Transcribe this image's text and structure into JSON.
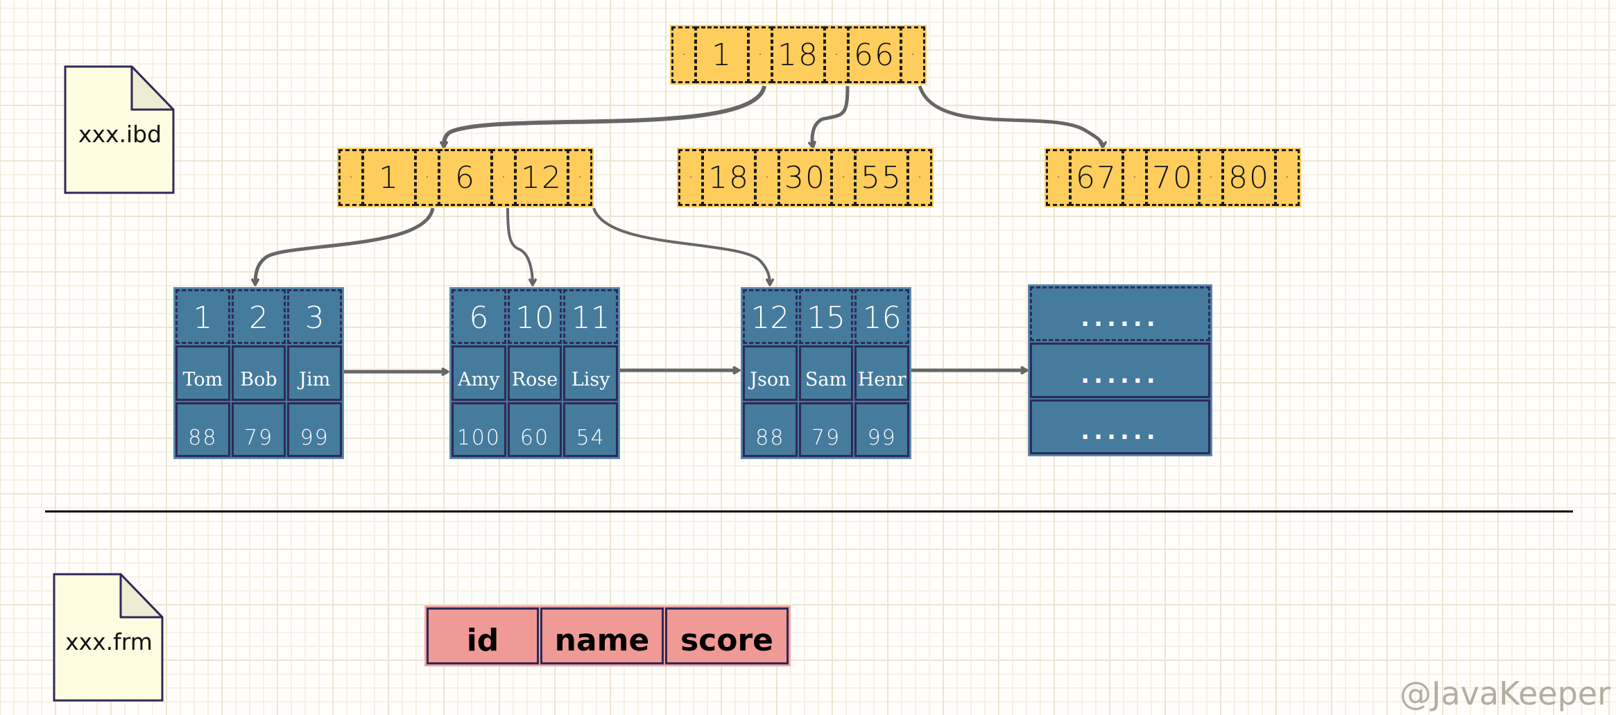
{
  "files": {
    "ibd": {
      "label": "xxx.ibd"
    },
    "frm": {
      "label": "xxx.frm"
    }
  },
  "tree": {
    "root": {
      "keys": [
        "1",
        "18",
        "66"
      ]
    },
    "level2": [
      {
        "keys": [
          "1",
          "6",
          "12"
        ]
      },
      {
        "keys": [
          "18",
          "30",
          "55"
        ]
      },
      {
        "keys": [
          "67",
          "70",
          "80"
        ]
      }
    ],
    "leaves": [
      {
        "ids": [
          "1",
          "2",
          "3"
        ],
        "names": [
          "Tom",
          "Bob",
          "Jim"
        ],
        "scores": [
          "88",
          "79",
          "99"
        ]
      },
      {
        "ids": [
          "6",
          "10",
          "11"
        ],
        "names": [
          "Amy",
          "Rose",
          "Lisy"
        ],
        "scores": [
          "100",
          "60",
          "54"
        ]
      },
      {
        "ids": [
          "12",
          "15",
          "16"
        ],
        "names": [
          "Json",
          "Sam",
          "Henr"
        ],
        "scores": [
          "88",
          "79",
          "99"
        ]
      }
    ],
    "more_leaf": {
      "rows": [
        "......",
        "......",
        "......"
      ]
    },
    "pointer_symbol": "·"
  },
  "table_def": {
    "columns": [
      "id",
      "name",
      "score"
    ]
  },
  "colors": {
    "index_node": "#fecd5c",
    "leaf_node": "#457b9d",
    "table_def": "#f09a95",
    "file": "#fdfbe0",
    "border": "#2e2a56",
    "arrow": "#666666"
  },
  "watermark": "@JavaKeeper"
}
